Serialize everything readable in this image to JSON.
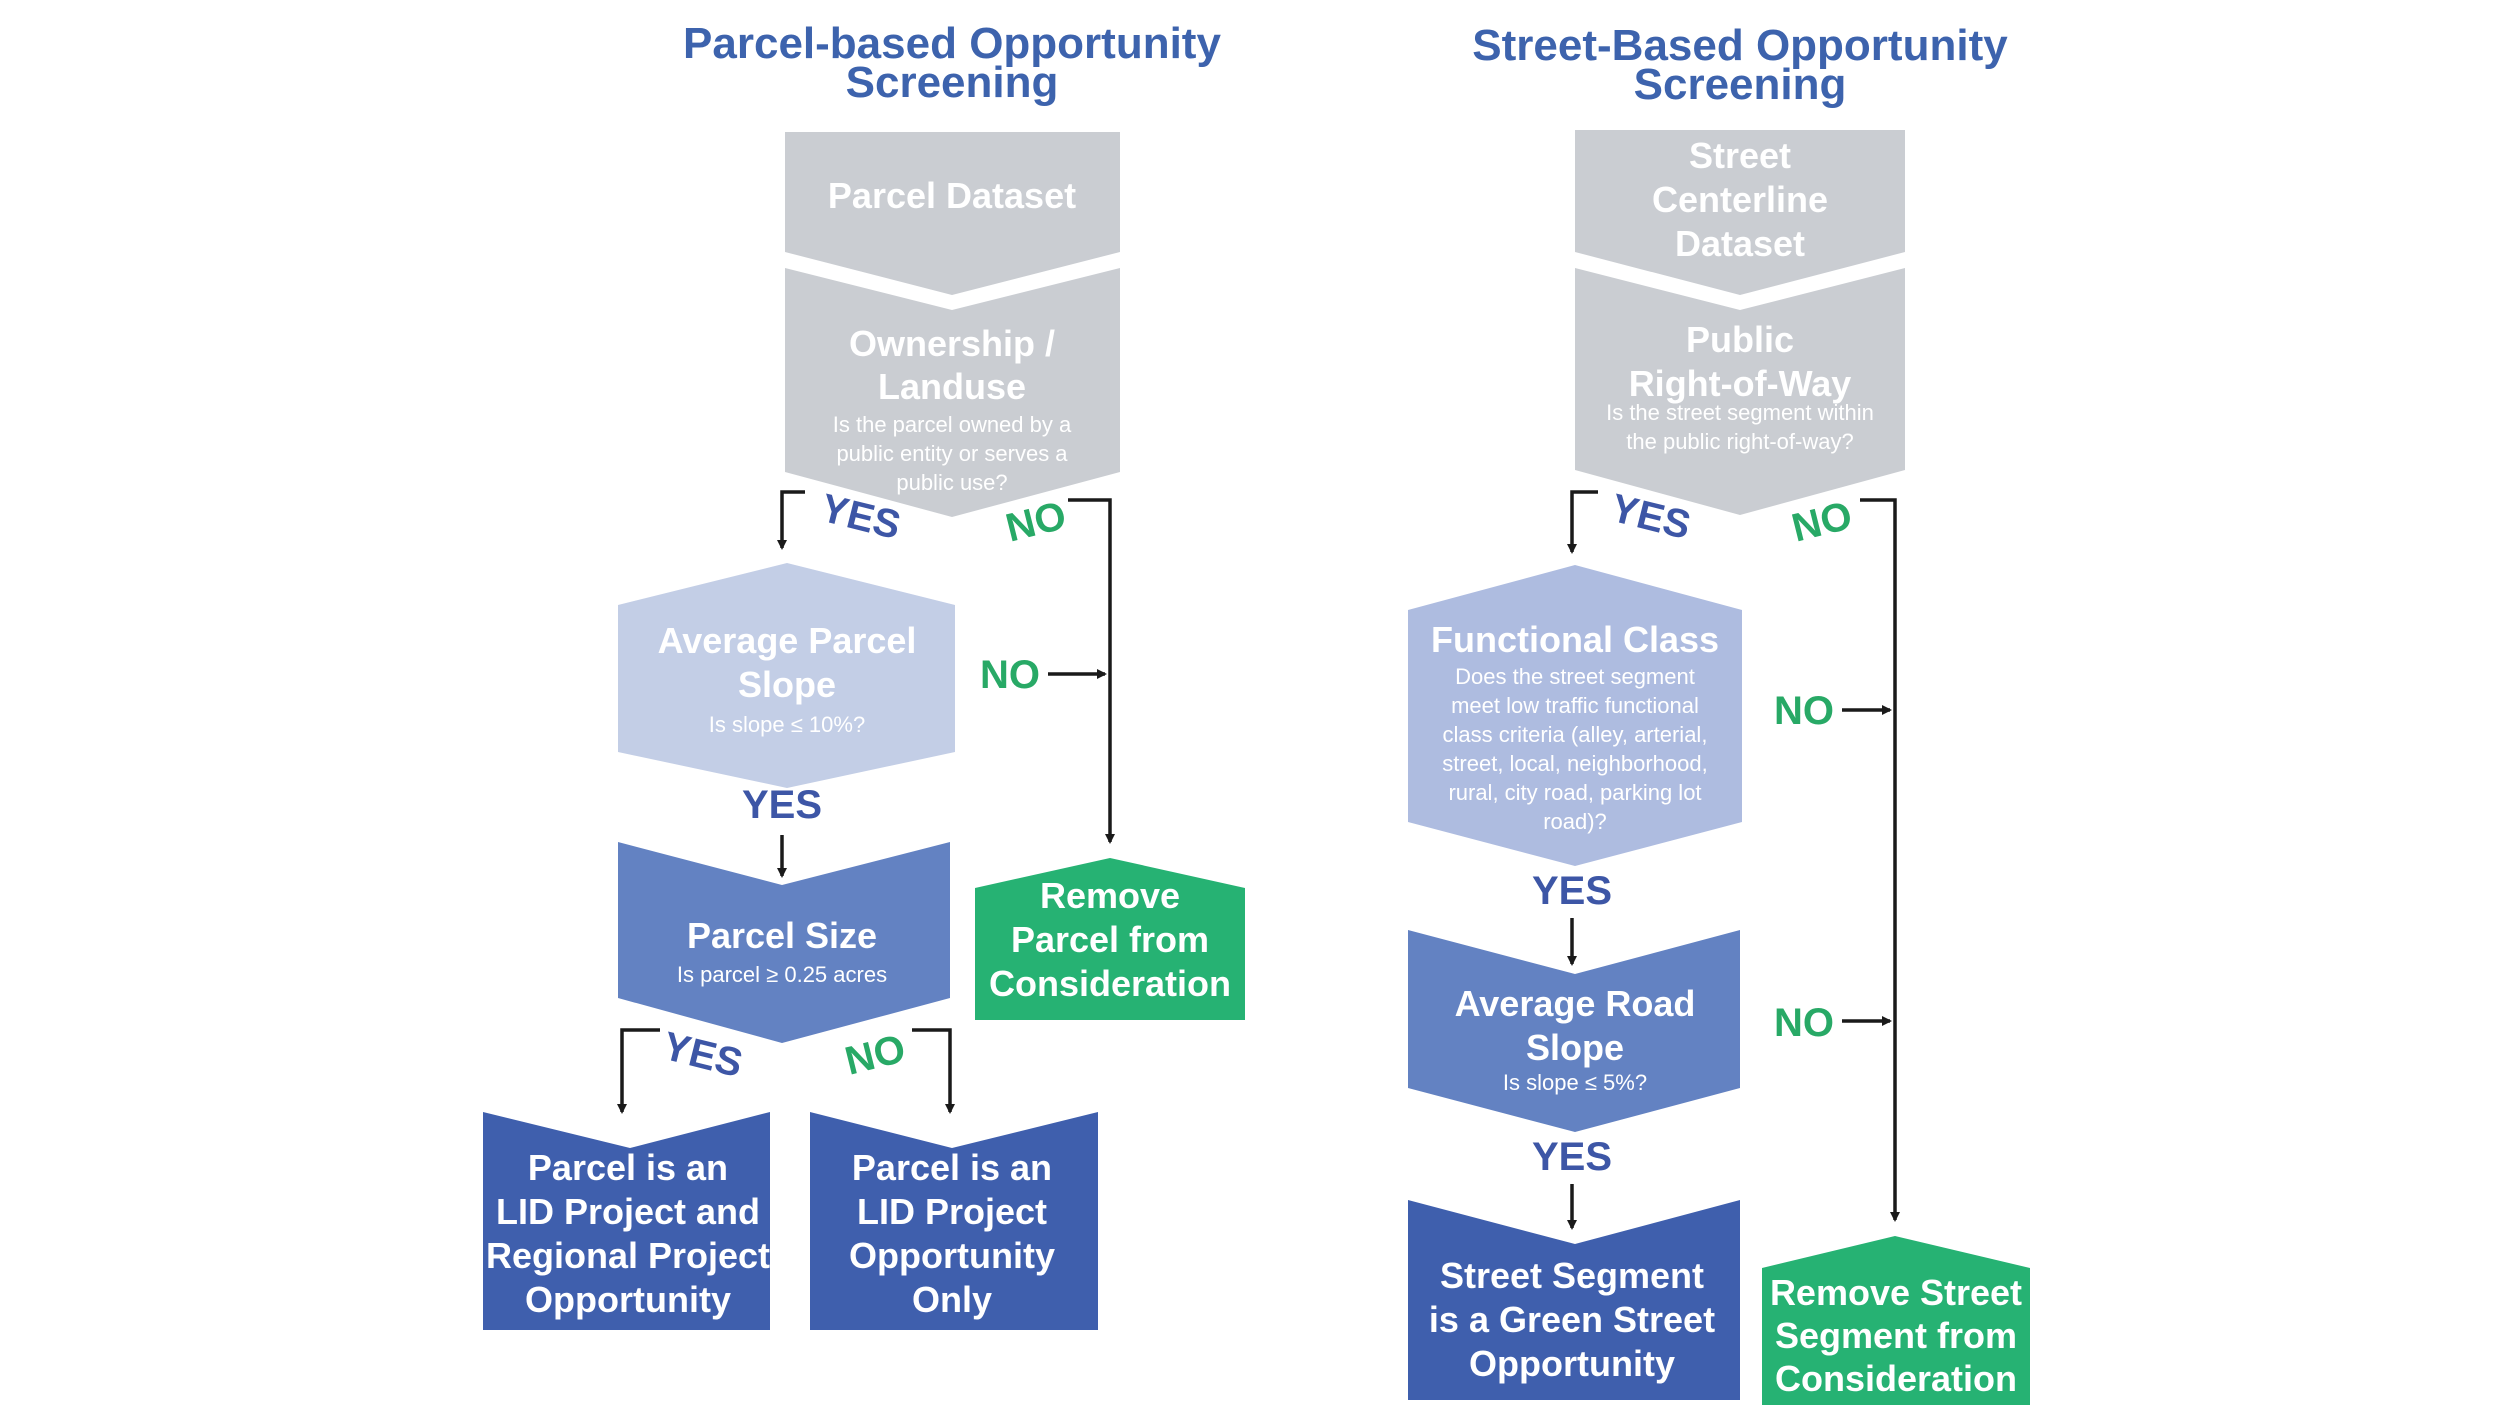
{
  "colors": {
    "title": "#3d63ad",
    "gray": "#cacdd2",
    "light_blue": "#c3cee6",
    "mid_blue_light": "#aebce0",
    "mid_blue": "#6382c2",
    "dark_blue": "#3f5fad",
    "green": "#26b273",
    "yes_text": "#3d56a6",
    "no_text": "#28a966"
  },
  "parcel": {
    "title_1": "Parcel-based Opportunity",
    "title_2": "Screening",
    "dataset": "Parcel Dataset",
    "ownership": {
      "title_1": "Ownership /",
      "title_2": "Landuse",
      "q1": "Is the parcel owned by a",
      "q2": "public entity or serves a",
      "q3": "public use?"
    },
    "slope": {
      "title_1": "Average Parcel",
      "title_2": "Slope",
      "q1": "Is slope ≤ 10%?"
    },
    "size": {
      "title_1": "Parcel Size",
      "q1": "Is parcel ≥ 0.25 acres"
    },
    "remove": [
      "Remove",
      "Parcel from",
      "Consideration"
    ],
    "outcome_regional": [
      "Parcel is an",
      "LID Project and",
      "Regional Project",
      "Opportunity"
    ],
    "outcome_lid": [
      "Parcel is an",
      "LID Project",
      "Opportunity",
      "Only"
    ]
  },
  "street": {
    "title_1": "Street-Based Opportunity",
    "title_2": "Screening",
    "dataset": [
      "Street",
      "Centerline",
      "Dataset"
    ],
    "row": {
      "title_1": "Public",
      "title_2": "Right-of-Way",
      "q1": "Is the street segment within",
      "q2": "the public right-of-way?"
    },
    "functional": {
      "title_1": "Functional Class",
      "q": [
        "Does the street segment",
        "meet low traffic functional",
        "class criteria (alley, arterial,",
        "street, local, neighborhood,",
        "rural, city road, parking lot",
        "road)?"
      ]
    },
    "road_slope": {
      "title_1": "Average Road",
      "title_2": "Slope",
      "q1": "Is slope ≤ 5%?"
    },
    "outcome": [
      "Street Segment",
      "is a Green Street",
      "Opportunity"
    ],
    "remove": [
      "Remove Street",
      "Segment from",
      "Consideration"
    ]
  },
  "labels": {
    "yes": "YES",
    "no": "NO"
  }
}
